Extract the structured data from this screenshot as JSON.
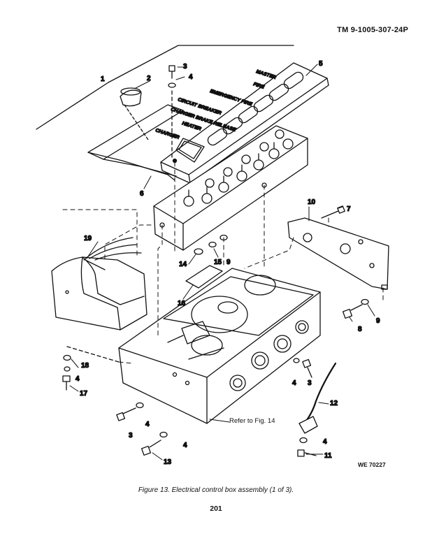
{
  "header": {
    "tm_number": "TM 9-1005-307-24P"
  },
  "figure": {
    "caption": "Figure 13.  Electrical control box assembly (1 of 3).",
    "reference_note": "Refer to Fig.  14",
    "drawing_code": "WE 70227"
  },
  "panel_labels": {
    "master": "MASTER",
    "fire": "FIRE",
    "emergency_fire": "EMERGENCY FIRE",
    "circuit_breaker": "CIRCUIT BREAKER",
    "charger_brake_release": "CHARGER BRAKE RELEASE",
    "heater": "HEATER",
    "charger": "CHARGER"
  },
  "callouts": [
    "1",
    "2",
    "3",
    "4",
    "5",
    "6",
    "7",
    "8",
    "9",
    "10",
    "11",
    "12",
    "13",
    "14",
    "15",
    "16",
    "17",
    "18",
    "19"
  ],
  "footer": {
    "page_number": "201"
  }
}
